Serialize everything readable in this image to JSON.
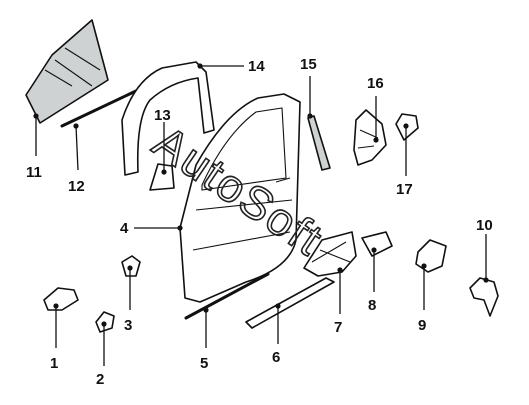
{
  "callouts": [
    {
      "id": "p1",
      "number": "1"
    },
    {
      "id": "p2",
      "number": "2"
    },
    {
      "id": "p3",
      "number": "3"
    },
    {
      "id": "p4",
      "number": "4"
    },
    {
      "id": "p5",
      "number": "5"
    },
    {
      "id": "p6",
      "number": "6"
    },
    {
      "id": "p7",
      "number": "7"
    },
    {
      "id": "p8",
      "number": "8"
    },
    {
      "id": "p9",
      "number": "9"
    },
    {
      "id": "p10",
      "number": "10"
    },
    {
      "id": "p11",
      "number": "11"
    },
    {
      "id": "p12",
      "number": "12"
    },
    {
      "id": "p13",
      "number": "13"
    },
    {
      "id": "p14",
      "number": "14"
    },
    {
      "id": "p15",
      "number": "15"
    },
    {
      "id": "p16",
      "number": "16"
    },
    {
      "id": "p17",
      "number": "17"
    }
  ],
  "watermark": {
    "text": "AutoSoft"
  },
  "colors": {
    "line": "#111111",
    "glass_fill": "#cfd2d3",
    "background": "#ffffff"
  }
}
